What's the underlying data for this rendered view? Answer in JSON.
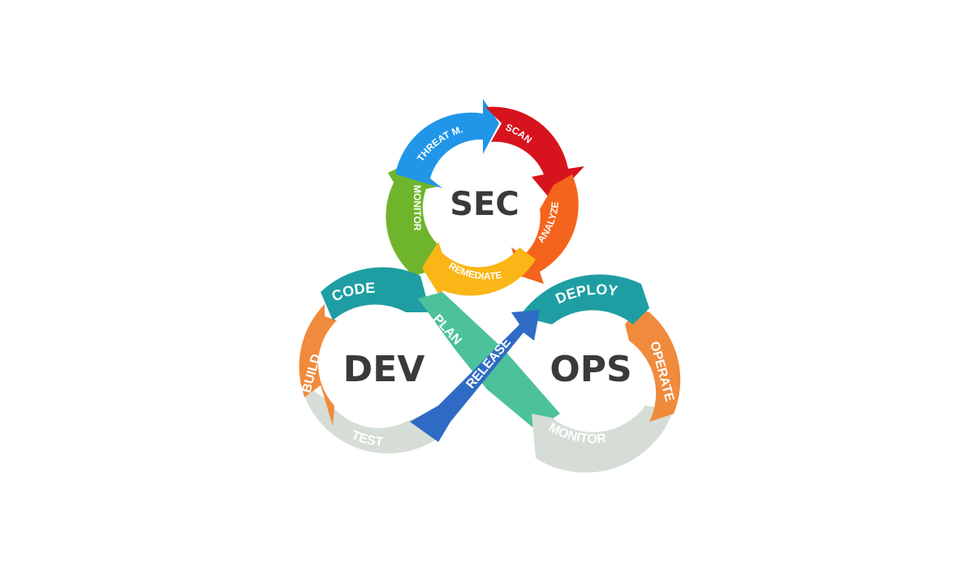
{
  "sec_cycle": {
    "center_label": "SEC",
    "stages": [
      {
        "label": "THREAT M.",
        "color": "#2196e8"
      },
      {
        "label": "SCAN",
        "color": "#d7141e"
      },
      {
        "label": "ANALYZE",
        "color": "#f4641c"
      },
      {
        "label": "REMEDIATE",
        "color": "#f9b616"
      },
      {
        "label": "MONITOR",
        "color": "#6fb52c"
      }
    ]
  },
  "devops_loop": {
    "dev_label": "DEV",
    "ops_label": "OPS",
    "stages": [
      {
        "label": "CODE",
        "color": "#1e9ea3"
      },
      {
        "label": "PLAN",
        "color": "#4cc19c"
      },
      {
        "label": "RELEASE",
        "color": "#2f6bc4"
      },
      {
        "label": "DEPLOY",
        "color": "#1e9ea3"
      },
      {
        "label": "OPERATE",
        "color": "#f08a3c"
      },
      {
        "label": "MONITOR",
        "color": "#d6ddd6"
      },
      {
        "label": "TEST",
        "color": "#d6ddd6"
      },
      {
        "label": "BUILD",
        "color": "#f08a3c"
      }
    ]
  }
}
